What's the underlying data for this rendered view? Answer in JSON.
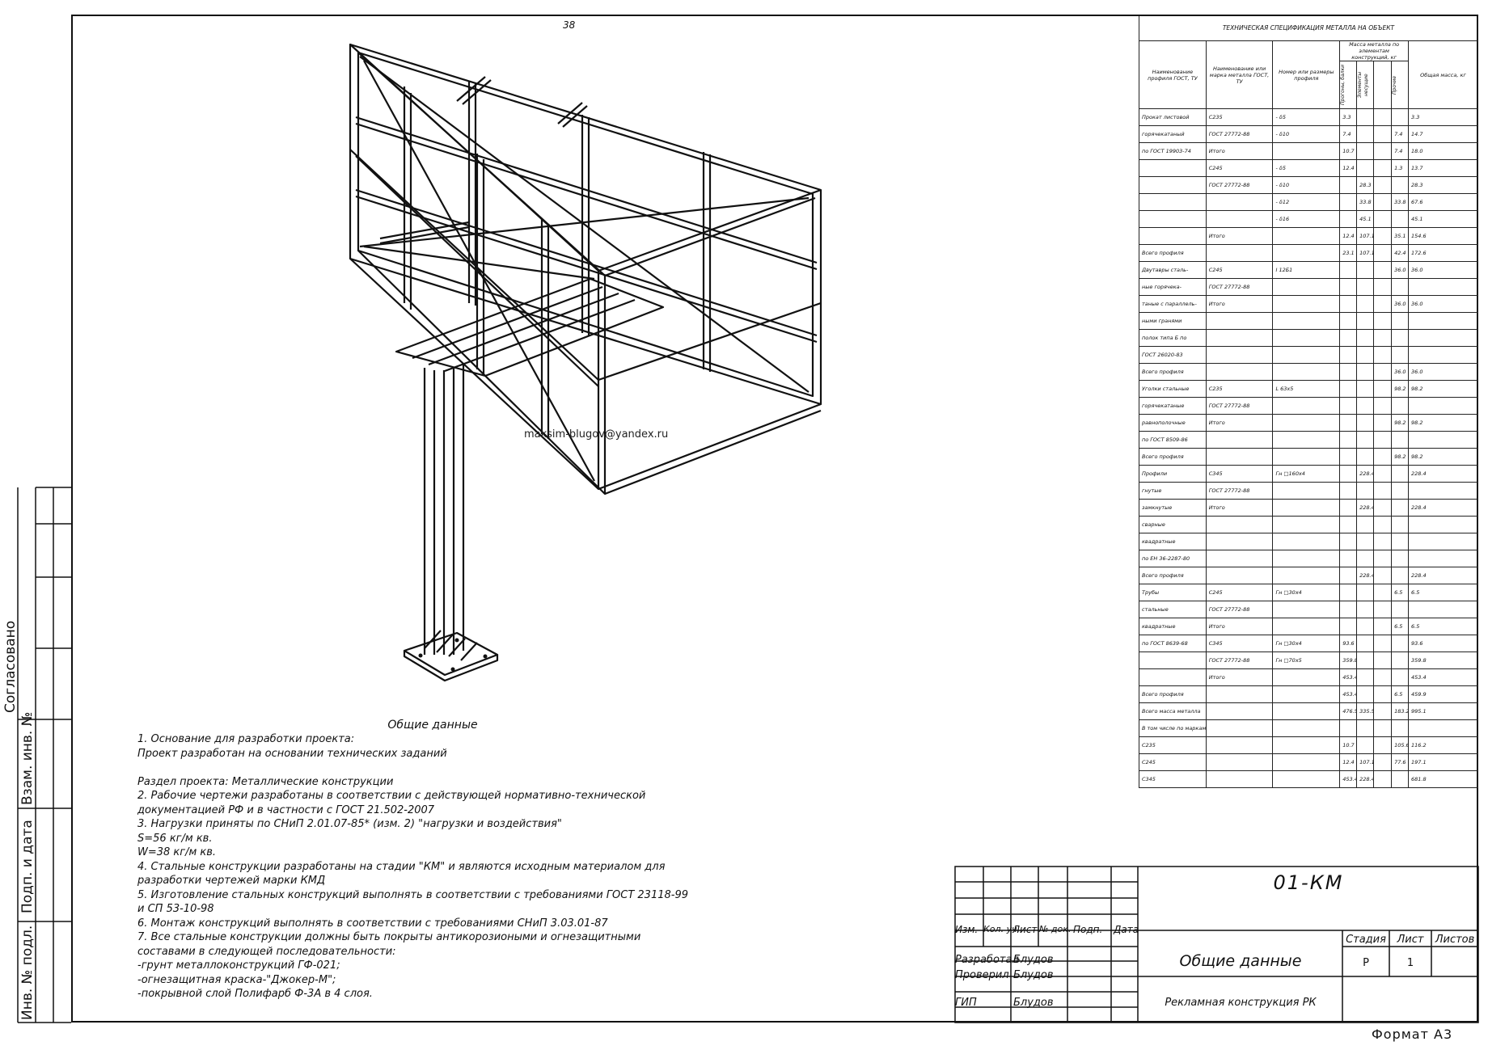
{
  "sheet_number": "38",
  "watermark": "maksim-blugov@yandex.ru",
  "format_label": "Формат А3",
  "margin_stamp": {
    "agreed": "Согласовано",
    "inv_replace": "Взам. инв. №",
    "sign_date": "Подп. и дата",
    "inv_original": "Инв. № подл."
  },
  "notes": {
    "title": "Общие данные",
    "lines": [
      "1. Основание для разработки проекта:",
      "Проект разработан на основании технических заданий",
      "",
      "Раздел проекта: Металлические конструкции",
      "2. Рабочие чертежи разработаны в соответствии с действующей нормативно-технической",
      "документацией РФ и в частности с ГОСТ 21.502-2007",
      "3. Нагрузки приняты по СНиП 2.01.07-85* (изм. 2) \"нагрузки и воздействия\"",
      "S=56 кг/м кв.",
      "W=38 кг/м кв.",
      "4. Стальные конструкции разработаны на стадии \"КМ\" и являются исходным материалом для",
      "разработки чертежей марки КМД",
      "5. Изготовление стальных конструкций выполнять в соответствии с требованиями ГОСТ 23118-99",
      "и СП 53-10-98",
      "6. Монтаж конструкций выполнять в соответствии с требованиями СНиП 3.03.01-87",
      "7. Все стальные конструкции должны быть покрыты антикорозиоными и огнезащитными",
      "составами в следующей последовательности:",
      "-грунт металлоконструкций ГФ-021;",
      "-огнезащитная краска-\"Джокер-М\";",
      "-покрывной слой Полифарб Ф-3А в 4 слоя."
    ]
  },
  "spec": {
    "title": "ТЕХНИЧЕСКАЯ СПЕЦИФИКАЦИЯ МЕТАЛЛА НА ОБЪЕКТ",
    "head": {
      "c1": "Наименование профиля ГОСТ, ТУ",
      "c2": "Наименование или марка металла ГОСТ, ТУ",
      "c3": "Номер или размеры профиля",
      "mass": "Масса металла по элементам конструкций, кг",
      "m1": "Прогоны, балки",
      "m2": "Элементы несущие",
      "m3": "Прочие",
      "total": "Общая масса, кг"
    },
    "rows": [
      [
        "Прокат листовой",
        "С235",
        "- δ5",
        "3.3",
        "",
        "",
        "3.3"
      ],
      [
        "горячекатаный",
        "ГОСТ 27772-88",
        "- δ10",
        "7.4",
        "",
        "7.4",
        "14.7"
      ],
      [
        "по ГОСТ 19903-74",
        "Итого",
        "",
        "10.7",
        "",
        "7.4",
        "18.0"
      ],
      [
        "",
        "С245",
        "- δ5",
        "12.4",
        "",
        "1.3",
        "13.7"
      ],
      [
        "",
        "ГОСТ 27772-88",
        "- δ10",
        "",
        "28.3",
        "",
        "28.3"
      ],
      [
        "",
        "",
        "- δ12",
        "",
        "33.8",
        "33.8",
        "67.6"
      ],
      [
        "",
        "",
        "- δ16",
        "",
        "45.1",
        "",
        "45.1"
      ],
      [
        "",
        "Итого",
        "",
        "12.4",
        "107.1",
        "35.1",
        "154.6"
      ],
      [
        "Всего профиля",
        "",
        "",
        "23.1",
        "107.1",
        "42.4",
        "172.6"
      ],
      [
        "Двутавры сталь-",
        "С245",
        "I 12Б1",
        "",
        "",
        "36.0",
        "36.0"
      ],
      [
        "ные горячека-",
        "ГОСТ 27772-88",
        "",
        "",
        "",
        "",
        ""
      ],
      [
        "таные с параллель-",
        "Итого",
        "",
        "",
        "",
        "36.0",
        "36.0"
      ],
      [
        "ными гранями",
        "",
        "",
        "",
        "",
        "",
        ""
      ],
      [
        "полок типа Б по",
        "",
        "",
        "",
        "",
        "",
        ""
      ],
      [
        "ГОСТ 26020-83",
        "",
        "",
        "",
        "",
        "",
        ""
      ],
      [
        "Всего профиля",
        "",
        "",
        "",
        "",
        "36.0",
        "36.0"
      ],
      [
        "Уголки стальные",
        "С235",
        "L 63х5",
        "",
        "",
        "98.2",
        "98.2"
      ],
      [
        "горячекатаные",
        "ГОСТ 27772-88",
        "",
        "",
        "",
        "",
        ""
      ],
      [
        "равнополочные",
        "Итого",
        "",
        "",
        "",
        "98.2",
        "98.2"
      ],
      [
        "по ГОСТ 8509-86",
        "",
        "",
        "",
        "",
        "",
        ""
      ],
      [
        "Всего профиля",
        "",
        "",
        "",
        "",
        "98.2",
        "98.2"
      ],
      [
        "Профили",
        "С345",
        "Гн □160х4",
        "",
        "228.4",
        "",
        "228.4"
      ],
      [
        "гнутые",
        "ГОСТ 27772-88",
        "",
        "",
        "",
        "",
        ""
      ],
      [
        "замкнутые",
        "Итого",
        "",
        "",
        "228.4",
        "",
        "228.4"
      ],
      [
        "сварные",
        "",
        "",
        "",
        "",
        "",
        ""
      ],
      [
        "квадратные",
        "",
        "",
        "",
        "",
        "",
        ""
      ],
      [
        "по ЕН 36-2287-80",
        "",
        "",
        "",
        "",
        "",
        ""
      ],
      [
        "Всего профиля",
        "",
        "",
        "",
        "228.4",
        "",
        "228.4"
      ],
      [
        "Трубы",
        "С245",
        "Гн □30х4",
        "",
        "",
        "6.5",
        "6.5"
      ],
      [
        "стальные",
        "ГОСТ 27772-88",
        "",
        "",
        "",
        "",
        ""
      ],
      [
        "квадратные",
        "Итого",
        "",
        "",
        "",
        "6.5",
        "6.5"
      ],
      [
        "по ГОСТ 8639-68",
        "С345",
        "Гн □30х4",
        "93.6",
        "",
        "",
        "93.6"
      ],
      [
        "",
        "ГОСТ 27772-88",
        "Гн □70х5",
        "359.8",
        "",
        "",
        "359.8"
      ],
      [
        "",
        "Итого",
        "",
        "453.4",
        "",
        "",
        "453.4"
      ],
      [
        "Всего профиля",
        "",
        "",
        "453.4",
        "",
        "6.5",
        "459.9"
      ],
      [
        "Всего масса металла",
        "",
        "",
        "476.5",
        "335.5",
        "183.2",
        "995.1"
      ],
      [
        "В том числе по маркам или наименованиям",
        "",
        "",
        "",
        "",
        "",
        ""
      ],
      [
        "С235",
        "",
        "",
        "10.7",
        "",
        "105.6",
        "116.2"
      ],
      [
        "С245",
        "",
        "",
        "12.4",
        "107.1",
        "77.6",
        "197.1"
      ],
      [
        "С345",
        "",
        "",
        "453.4",
        "228.4",
        "",
        "681.8"
      ]
    ]
  },
  "title_block": {
    "code": "01-КМ",
    "cols": [
      "Изм.",
      "Кол. уч.",
      "Лист",
      "№ док.",
      "Подп.",
      "Дата"
    ],
    "developed_label": "Разработал",
    "developed_name": "Блудов",
    "checked_label": "Проверил",
    "checked_name": "Блудов",
    "gip_label": "ГИП",
    "gip_name": "Блудов",
    "sheet_title": "Общие данные",
    "object_title": "Рекламная конструкция РК",
    "stage_label": "Стадия",
    "sheet_label": "Лист",
    "sheets_label": "Листов",
    "stage_value": "Р",
    "sheet_value": "1",
    "sheets_value": ""
  }
}
